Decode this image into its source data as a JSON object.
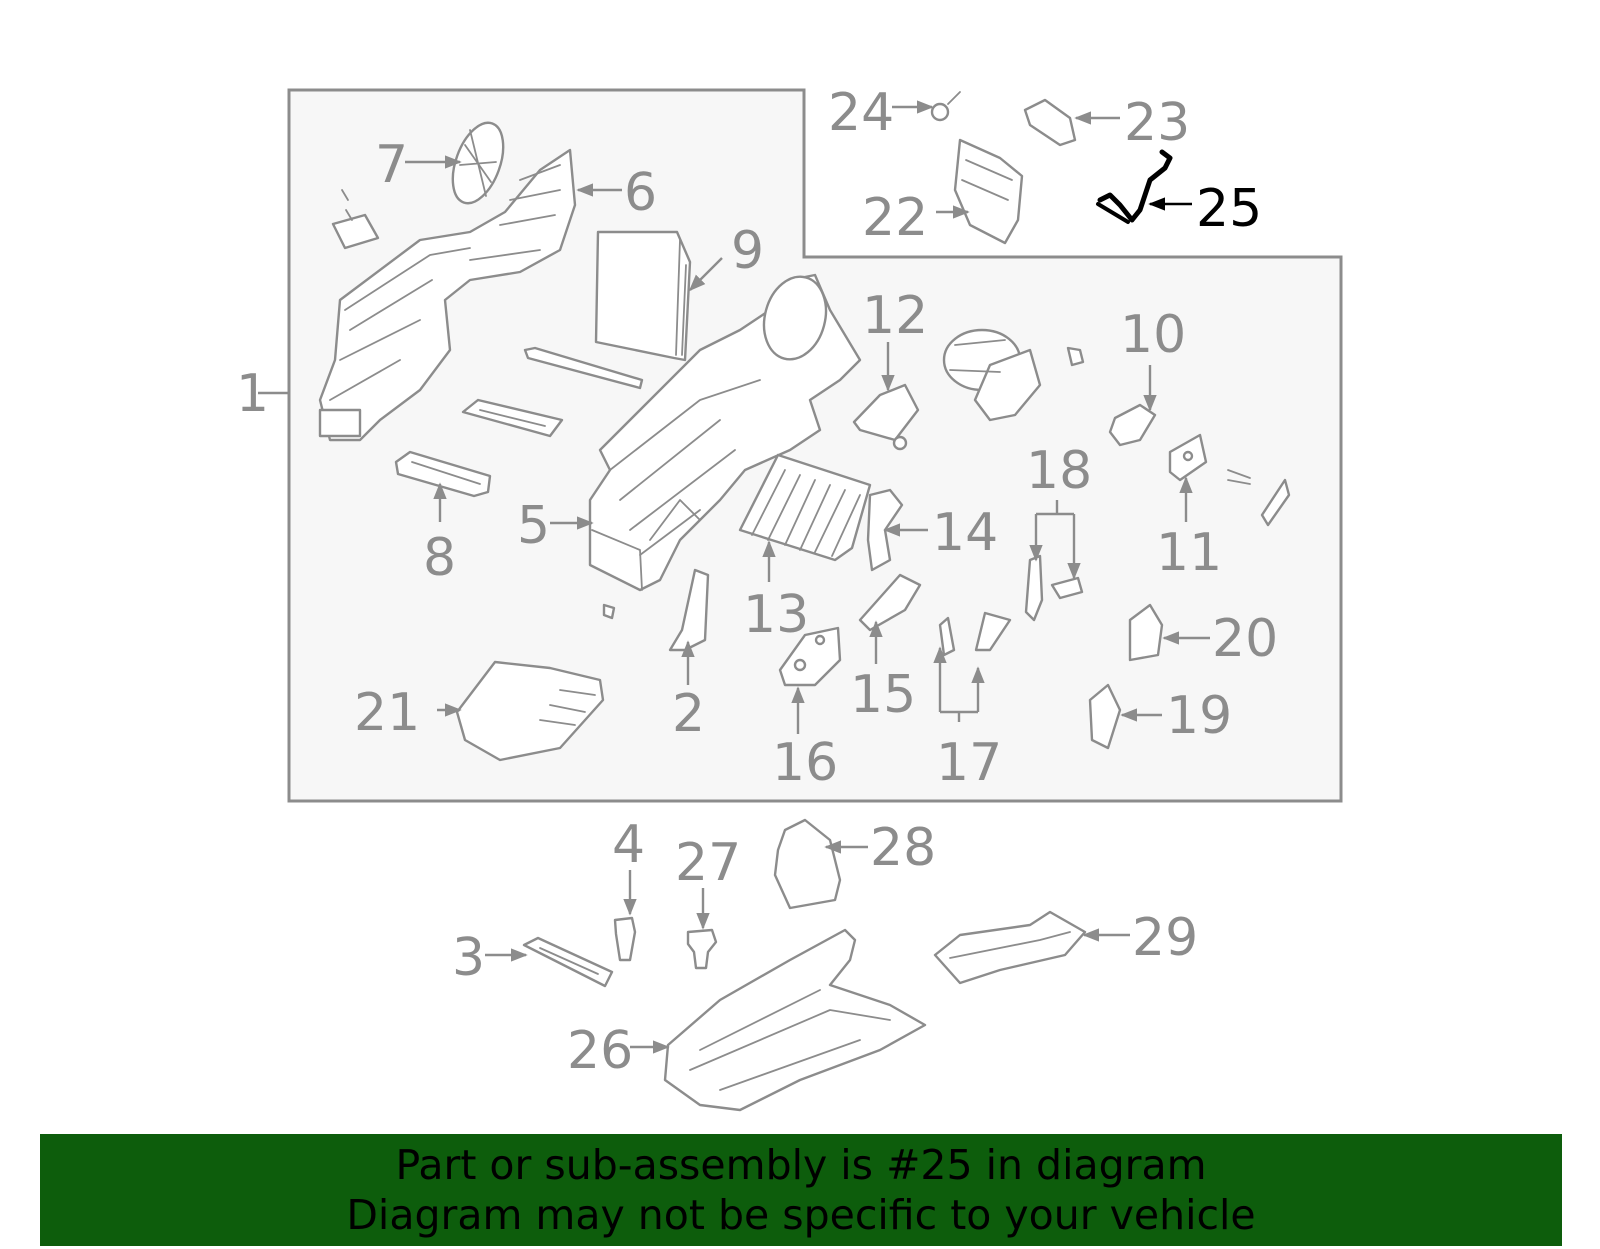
{
  "callouts": {
    "c1": "1",
    "c2": "2",
    "c3": "3",
    "c4": "4",
    "c5": "5",
    "c6": "6",
    "c7": "7",
    "c8": "8",
    "c9": "9",
    "c10": "10",
    "c11": "11",
    "c12": "12",
    "c13": "13",
    "c14": "14",
    "c15": "15",
    "c16": "16",
    "c17": "17",
    "c18": "18",
    "c19": "19",
    "c20": "20",
    "c21": "21",
    "c22": "22",
    "c23": "23",
    "c24": "24",
    "c25": "25",
    "c26": "26",
    "c27": "27",
    "c28": "28",
    "c29": "29"
  },
  "highlighted_part": "25",
  "colors": {
    "line": "#8c8c8c",
    "highlight": "#000000",
    "banner_bg": "#0d5d0c",
    "panel_bg": "#f7f7f7"
  },
  "banner": {
    "line1": "Part or sub-assembly is #25 in diagram",
    "line2": "Diagram may not be specific to your vehicle"
  }
}
